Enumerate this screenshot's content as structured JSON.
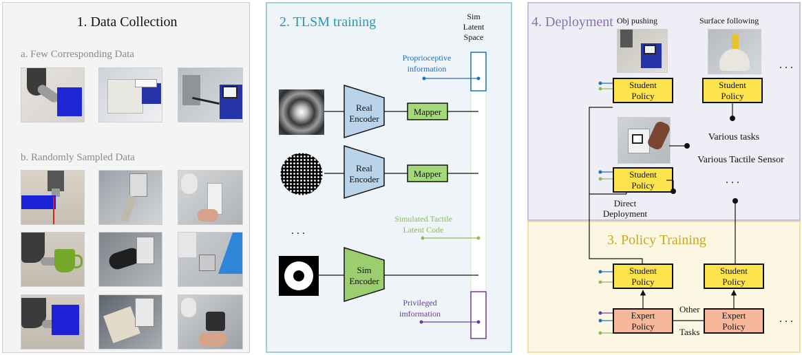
{
  "panel1": {
    "title": "1. Data Collection",
    "section_a": "a. Few Corresponding Data",
    "section_b": "b. Randomly Sampled Data"
  },
  "panel2": {
    "title": "2. TLSM training",
    "latent_label": [
      "Sim",
      "Latent",
      "Space"
    ],
    "proprio_label": [
      "Proprioceptive",
      "information"
    ],
    "real_encoder": [
      "Real",
      "Encoder"
    ],
    "sim_encoder": [
      "Sim",
      "Encoder"
    ],
    "mapper": "Mapper",
    "ellipsis": ". . .",
    "sim_tactile_label": [
      "Simulated Tactile",
      "Latent Code"
    ],
    "privileged_label": [
      "Privileged",
      "imformation"
    ]
  },
  "panel4": {
    "title": "4. Deployment",
    "obj_pushing": "Obj pushing",
    "surface_following": "Surface following",
    "student_policy": [
      "Student",
      "Policy"
    ],
    "various_tasks": "Various tasks",
    "various_sensor": "Various Tactile Sensor",
    "ellipsis": ". . .",
    "direct_deployment": [
      "Direct",
      "Deployment"
    ]
  },
  "panel3": {
    "title": "3. Policy Training",
    "student_policy": [
      "Student",
      "Policy"
    ],
    "expert_policy": [
      "Expert",
      "Policy"
    ],
    "other": "Other",
    "tasks": "Tasks",
    "ellipsis": ". . ."
  },
  "colors": {
    "blue": "#1f6fb8",
    "green": "#8cbc5a",
    "purple": "#6b3aa0",
    "encoder_blue": "#b9d3ea",
    "encoder_green": "#9ccd6e",
    "mapper_green": "#a4d97a",
    "student_yellow": "#fde44c",
    "expert_orange": "#f5b89a"
  }
}
